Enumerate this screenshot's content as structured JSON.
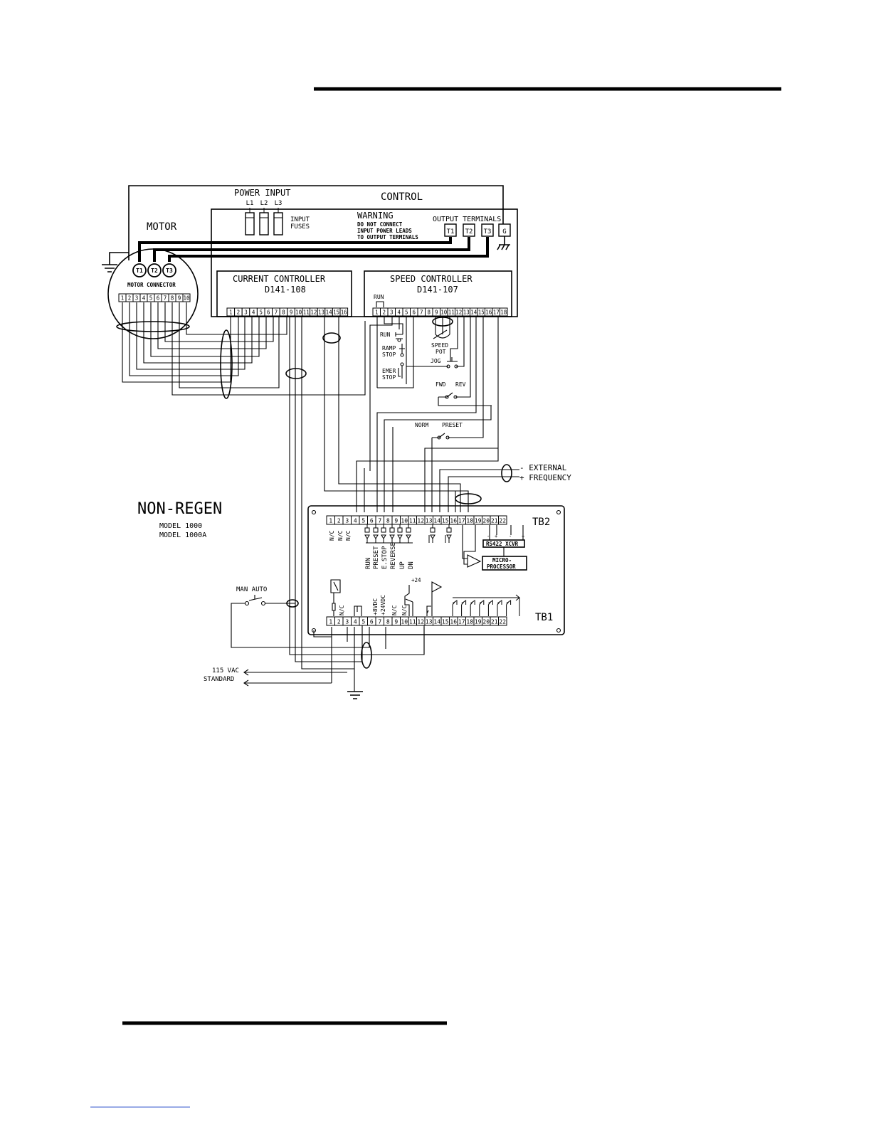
{
  "labels": {
    "power_input": "POWER INPUT",
    "control": "CONTROL",
    "motor": "MOTOR",
    "input_fuses": [
      "INPUT",
      "FUSES"
    ],
    "warning_title": "WARNING",
    "warning_lines": [
      "DO NOT CONNECT",
      "INPUT POWER LEADS",
      "TO OUTPUT TERMINALS"
    ],
    "output_terminals": "OUTPUT TERMINALS",
    "motor_connector": "MOTOR CONNECTOR",
    "current_controller": [
      "CURRENT CONTROLLER",
      "D141-108"
    ],
    "speed_controller": [
      "SPEED CONTROLLER",
      "D141-107"
    ],
    "run_top": "RUN",
    "run": "RUN",
    "ramp_stop": [
      "RAMP",
      "STOP"
    ],
    "emer_stop": [
      "EMER",
      "STOP"
    ],
    "speed_pot": [
      "SPEED",
      "POT"
    ],
    "jog": "JOG",
    "fwd": "FWD",
    "rev": "REV",
    "norm": "NORM",
    "preset": "PRESET",
    "external_frequency": [
      "- EXTERNAL",
      "+ FREQUENCY"
    ],
    "non_regen": "NON-REGEN",
    "models": [
      "MODEL 1000",
      "MODEL 1000A"
    ],
    "tb2": "TB2",
    "tb1": "TB1",
    "rs422": "RS422 XCVR",
    "microprocessor": [
      "MICRO-",
      "PROCESSOR"
    ],
    "man_auto": "MAN AUTO",
    "vac": [
      "115 VAC",
      "STANDARD"
    ],
    "tb2_nc": [
      "N/C",
      "N/C",
      "N/C"
    ],
    "tb2_inputs": [
      "RUN",
      "PRESET",
      "E.STOP",
      "REVERSE",
      "UP",
      "DN"
    ],
    "tb1_vertical": [
      "N/C",
      "+8VDC",
      "+24VDC",
      "N/C",
      "N/C"
    ],
    "plus24": "+24"
  },
  "power_lines": [
    "L1",
    "L2",
    "L3"
  ],
  "output_terminal_ids": [
    "T1",
    "T2",
    "T3",
    "G"
  ],
  "motor_terminals": [
    "T1",
    "T2",
    "T3"
  ],
  "motor_connector_pins": [
    "1",
    "2",
    "3",
    "4",
    "5",
    "6",
    "7",
    "8",
    "9",
    "10"
  ],
  "current_terminals": [
    "1",
    "2",
    "3",
    "4",
    "5",
    "6",
    "7",
    "8",
    "9",
    "10",
    "11",
    "12",
    "13",
    "14",
    "15",
    "16"
  ],
  "speed_terminals": [
    "1",
    "2",
    "3",
    "4",
    "5",
    "6",
    "7",
    "8",
    "9",
    "10",
    "11",
    "12",
    "13",
    "14",
    "15",
    "16",
    "17",
    "18"
  ],
  "tb2_terminals": [
    "1",
    "2",
    "3",
    "4",
    "5",
    "6",
    "7",
    "8",
    "9",
    "10",
    "11",
    "12",
    "13",
    "14",
    "15",
    "16",
    "17",
    "18",
    "19",
    "20",
    "21",
    "22"
  ],
  "tb1_terminals": [
    "1",
    "2",
    "3",
    "4",
    "5",
    "6",
    "7",
    "8",
    "9",
    "10",
    "11",
    "12",
    "13",
    "14",
    "15",
    "16",
    "17",
    "18",
    "19",
    "20",
    "21",
    "22"
  ]
}
